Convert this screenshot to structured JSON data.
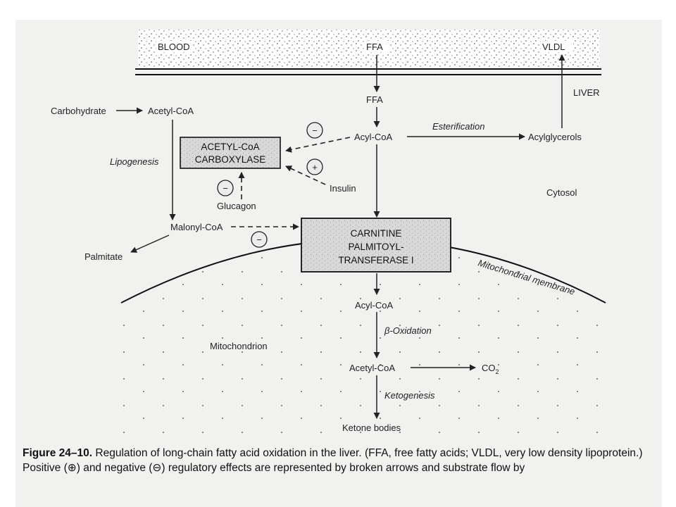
{
  "compartments": {
    "blood": "BLOOD",
    "liver": "LIVER",
    "cytosol": "Cytosol",
    "mitochondrion": "Mitochondrion",
    "membrane": "Mitochondrial membrane"
  },
  "metabolites": {
    "ffa_blood": "FFA",
    "vldl": "VLDL",
    "ffa_liver": "FFA",
    "carbohydrate": "Carbohydrate",
    "acetyl_coa_cyt": "Acetyl-CoA",
    "acyl_coa_cyt": "Acyl-CoA",
    "acylglycerols": "Acylglycerols",
    "malonyl_coa": "Malonyl-CoA",
    "palmitate": "Palmitate",
    "insulin": "Insulin",
    "glucagon": "Glucagon",
    "acyl_coa_mito": "Acyl-CoA",
    "acetyl_coa_mito": "Acetyl-CoA",
    "co2": "CO",
    "co2_sub": "2",
    "ketone_bodies": "Ketone bodies"
  },
  "processes": {
    "lipogenesis": "Lipogenesis",
    "esterification": "Esterification",
    "beta_oxidation": "β-Oxidation",
    "ketogenesis": "Ketogenesis"
  },
  "enzymes": {
    "acc_line1": "ACETYL-CoA",
    "acc_line2": "CARBOXYLASE",
    "cpt_line1": "CARNITINE",
    "cpt_line2": "PALMITOYL-",
    "cpt_line3": "TRANSFERASE I"
  },
  "signs": {
    "minus": "−",
    "plus": "+"
  },
  "caption": {
    "figure_label": "Figure 24–10.",
    "text": " Regulation of long-chain fatty acid oxidation in the liver. (FFA, free fatty acids; VLDL, very low density lipoprotein.) Positive (⊕) and negative (⊖) regulatory effects are represented by broken arrows and substrate flow by"
  }
}
